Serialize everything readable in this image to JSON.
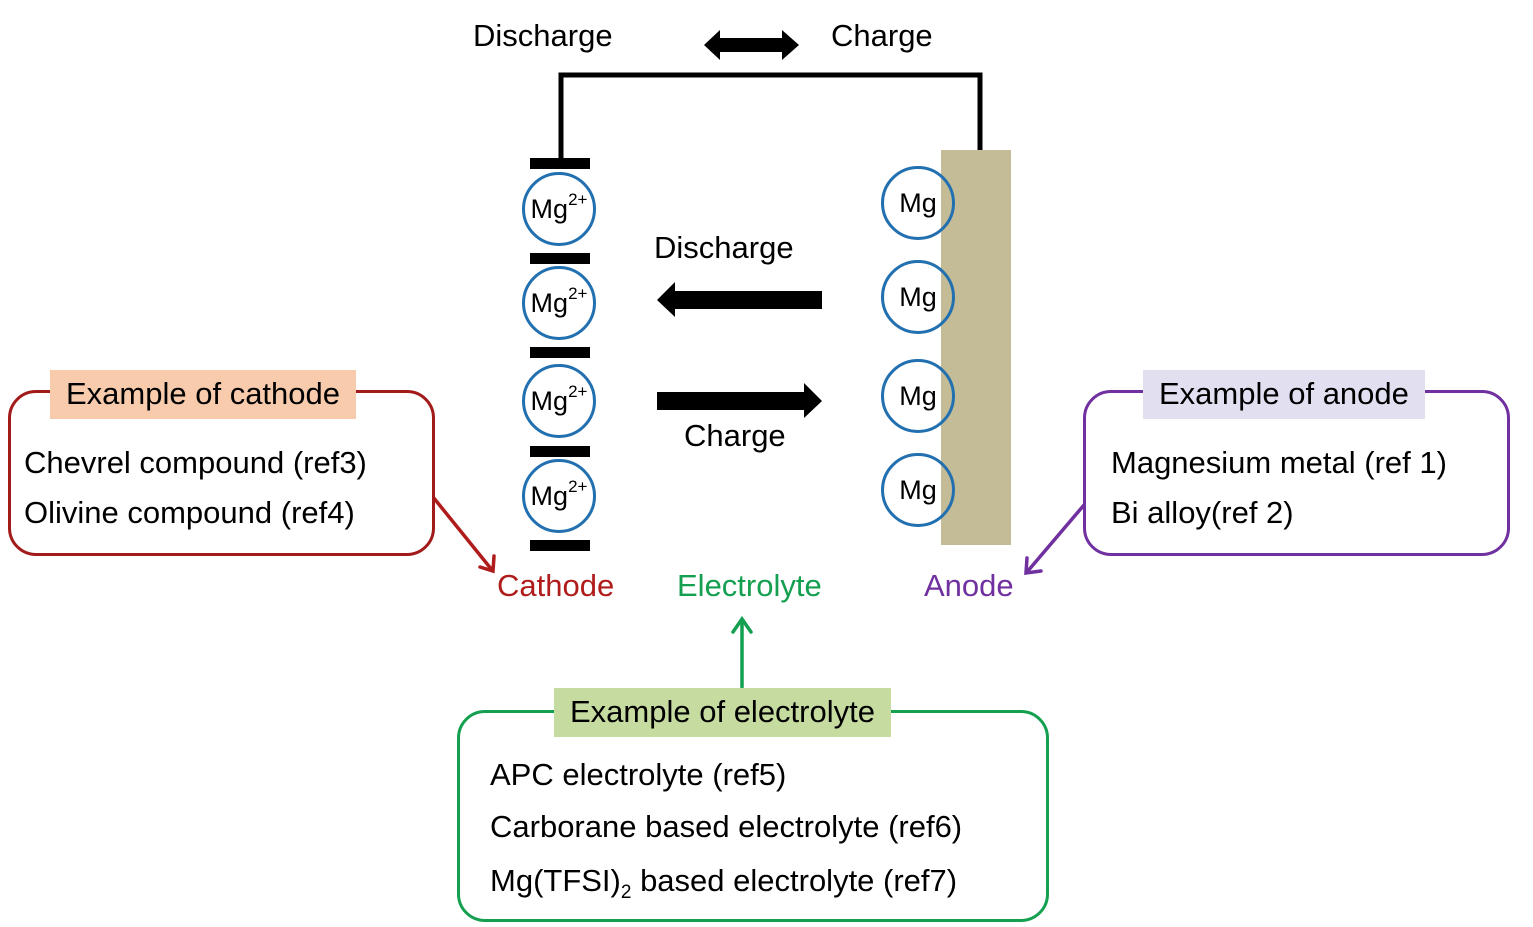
{
  "top": {
    "discharge_label": "Discharge",
    "charge_label": "Charge"
  },
  "cathode": {
    "ions": [
      {
        "symbol": "Mg",
        "charge": "2+"
      },
      {
        "symbol": "Mg",
        "charge": "2+"
      },
      {
        "symbol": "Mg",
        "charge": "2+"
      },
      {
        "symbol": "Mg",
        "charge": "2+"
      }
    ],
    "label": "Cathode",
    "color": "#b01c1c"
  },
  "anode": {
    "atoms": [
      {
        "symbol": "Mg"
      },
      {
        "symbol": "Mg"
      },
      {
        "symbol": "Mg"
      },
      {
        "symbol": "Mg"
      }
    ],
    "label": "Anode",
    "color": "#7030a0",
    "electrode_color": "#c4bc97"
  },
  "electrolyte": {
    "label": "Electrolyte",
    "color": "#14a050"
  },
  "middle": {
    "discharge_label": "Discharge",
    "charge_label": "Charge"
  },
  "cathode_box": {
    "title": "Example of cathode",
    "title_bg": "#f8cbad",
    "border": "#a31a1a",
    "items": [
      "Chevrel compound (ref3)",
      "Olivine compound (ref4)"
    ]
  },
  "anode_box": {
    "title": "Example of anode",
    "title_bg": "#e2dff0",
    "border": "#7030a0",
    "items": [
      "Magnesium metal (ref 1)",
      "Bi alloy(ref 2)"
    ]
  },
  "electrolyte_box": {
    "title": "Example of electrolyte",
    "title_bg": "#c5dba0",
    "border": "#14a050",
    "items": [
      {
        "text": "APC electrolyte (ref5)"
      },
      {
        "text": "Carborane based electrolyte (ref6)"
      },
      {
        "pre": "Mg(TFSI)",
        "sub": "2",
        "post": " based electrolyte (ref7)"
      }
    ]
  }
}
